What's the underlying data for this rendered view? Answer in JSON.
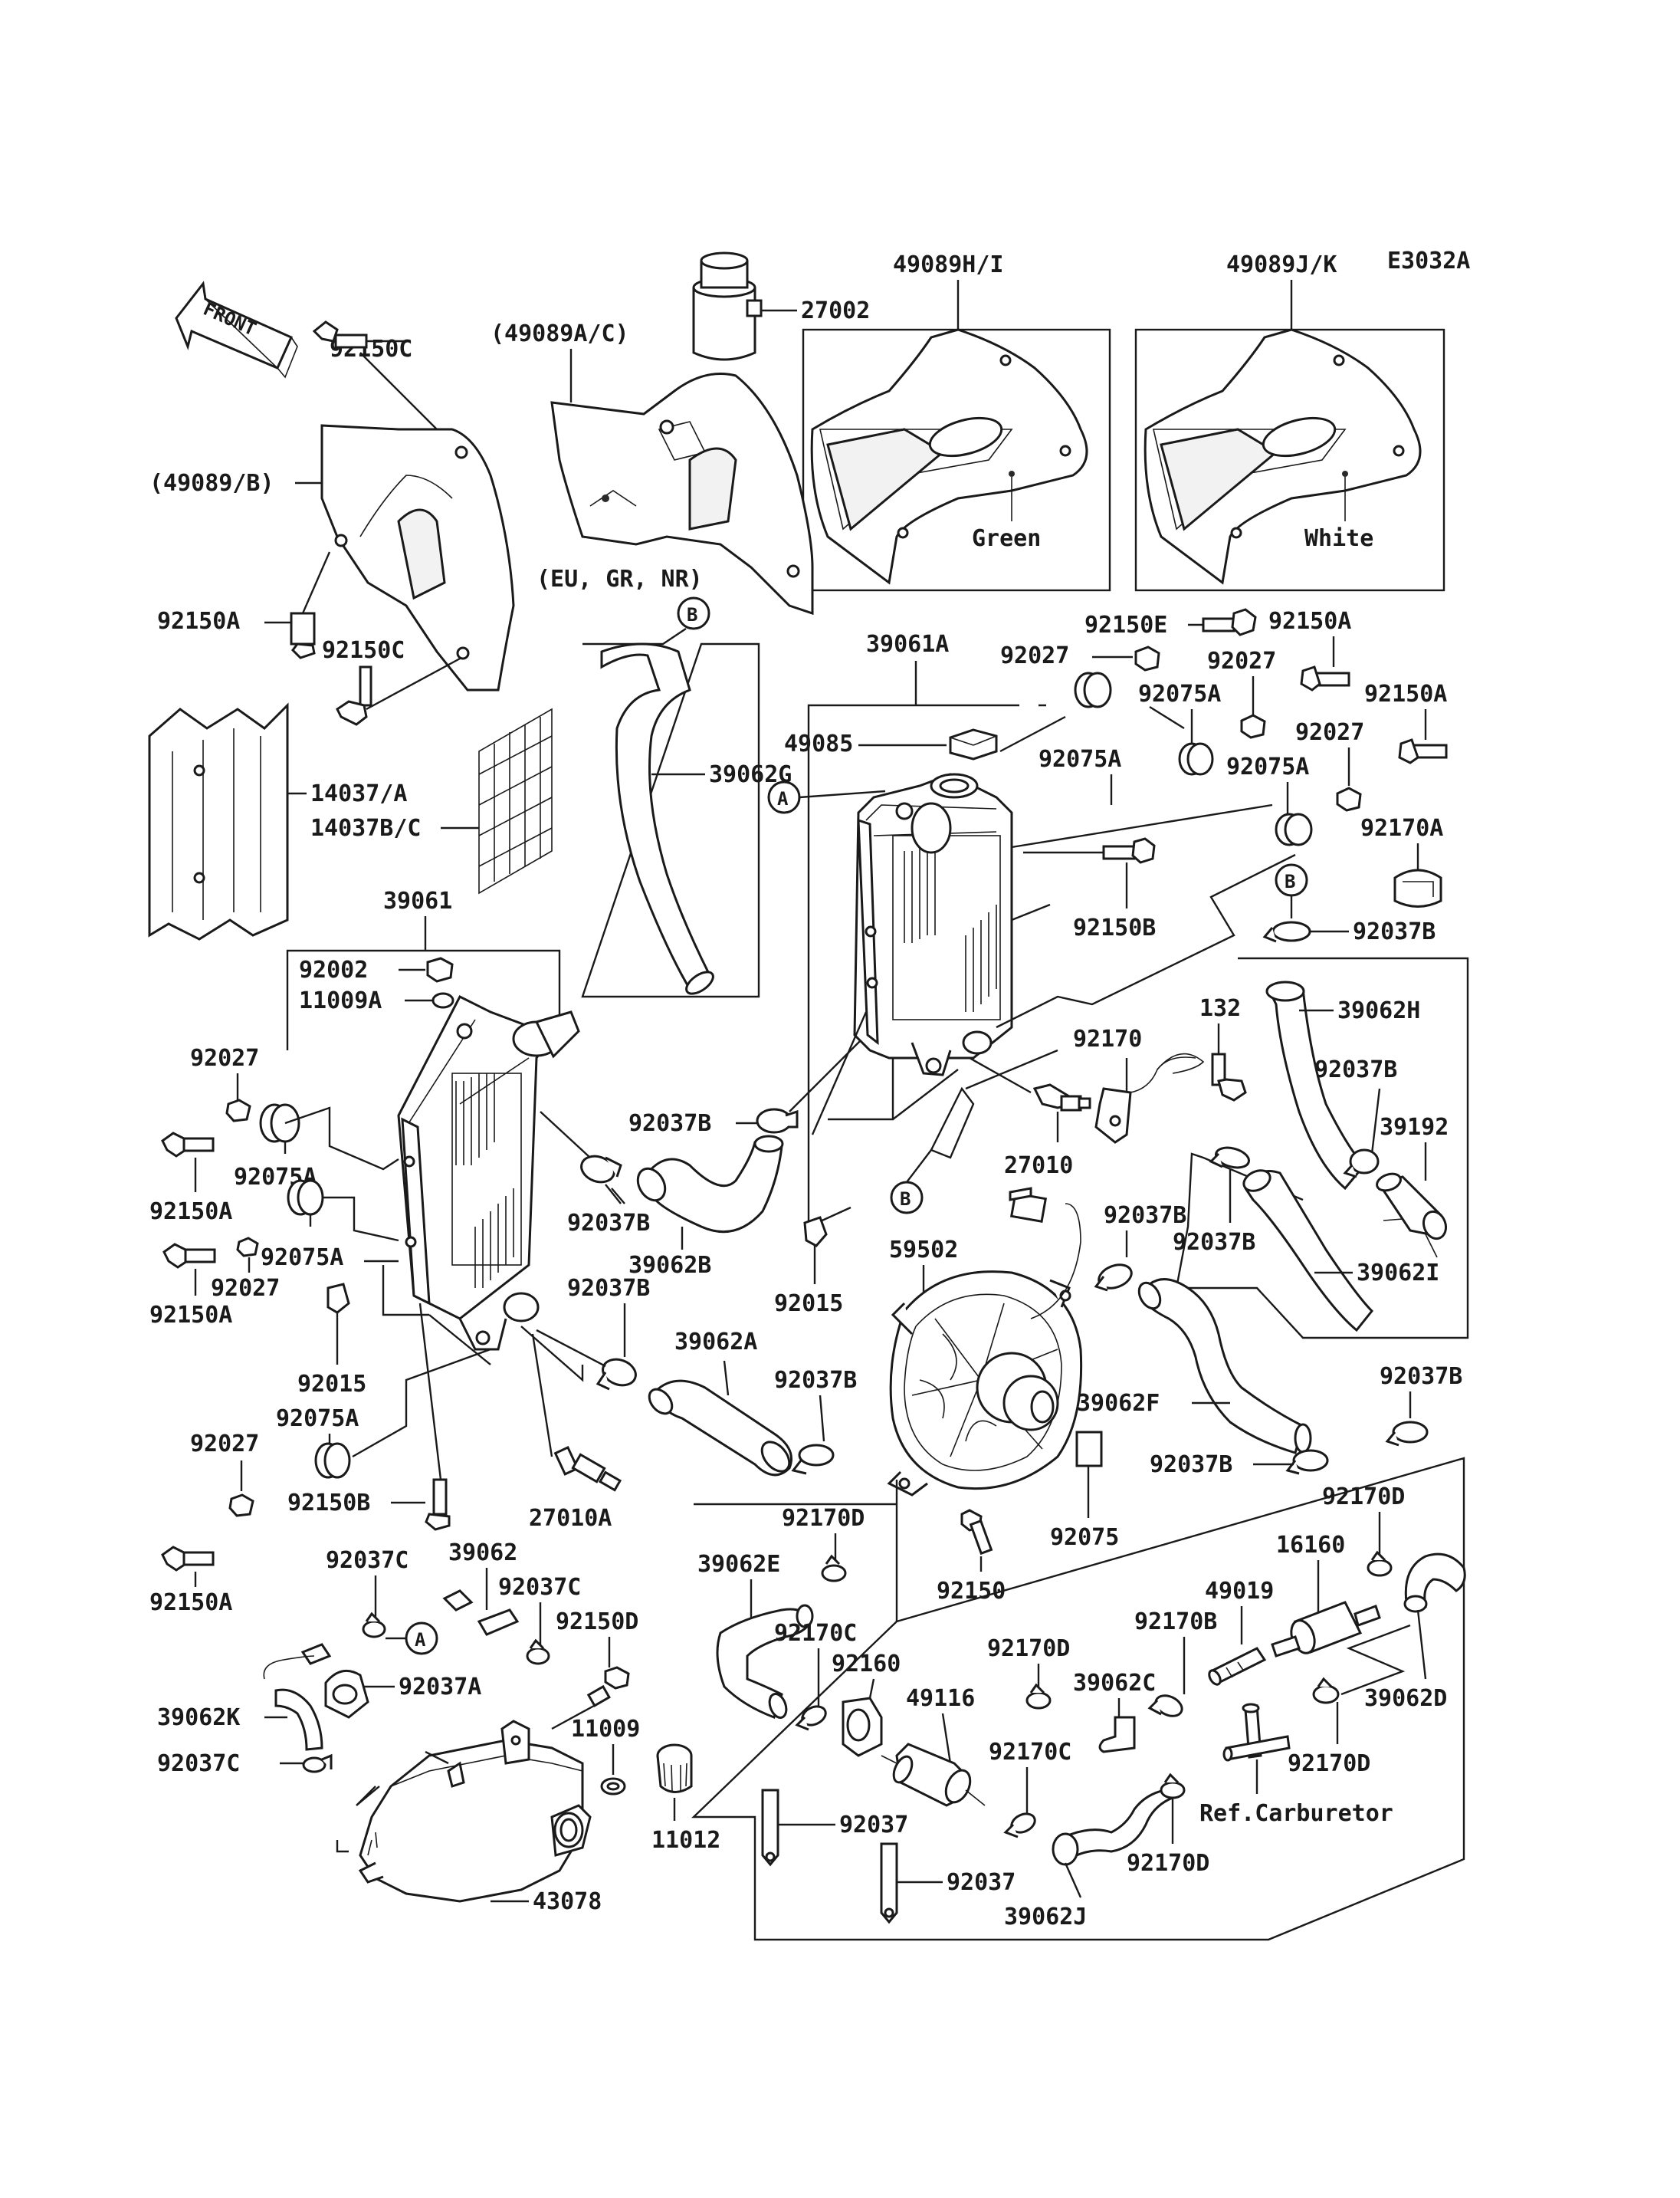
{
  "diagram": {
    "code": "E3032A",
    "front_label": "FRONT",
    "labels": {
      "p27002": "27002",
      "p49089HI": "49089H/I",
      "p49089JK": "49089J/K",
      "green": "Green",
      "white": "White",
      "p49089AC": "(49089A/C)",
      "p92150C_top": "92150C",
      "p49089B": "(49089/B)",
      "p92150A_l": "92150A",
      "p92150C_mid": "92150C",
      "euGrNr": "(EU, GR, NR)",
      "p14037A": "14037/A",
      "p14037BC": "14037B/C",
      "p39062G": "39062G",
      "p39061": "39061",
      "p39061A": "39061A",
      "p49085": "49085",
      "p92150E": "92150E",
      "p92027_t1": "92027",
      "p92075A_t1": "92075A",
      "p92027_t2": "92027",
      "p92150A_t1": "92150A",
      "p92150A_t2": "92150A",
      "p92075A_t2": "92075A",
      "p92027_t3": "92027",
      "p92075A_t3": "92075A",
      "p92170A": "92170A",
      "p92150B_r": "92150B",
      "p92037B_r1": "92037B",
      "p92002": "92002",
      "p11009A": "11009A",
      "p92027_l1": "92027",
      "p92150A_l2": "92150A",
      "p92075A_l1": "92075A",
      "p92075A_l2": "92075A",
      "p92027_l2": "92027",
      "p92150A_l3": "92150A",
      "p92037B_c1": "92037B",
      "p92037B_c2": "92037B",
      "p92037B_c3": "92037B",
      "p39062B": "39062B",
      "p92170": "92170",
      "p132": "132",
      "p39062H": "39062H",
      "p92037B_h": "92037B",
      "p39192": "39192",
      "p27010": "27010",
      "p92037B_m": "92037B",
      "p92037B_n": "92037B",
      "p39062I": "39062I",
      "p59502": "59502",
      "p92015_c": "92015",
      "p92015_l": "92015",
      "p92075A_l3": "92075A",
      "p39062A": "39062A",
      "p92037B_d": "92037B",
      "p39062F": "39062F",
      "p92037B_e": "92037B",
      "p92037B_f": "92037B",
      "p92027_l3": "92027",
      "p92150B_l": "92150B",
      "p27010A": "27010A",
      "p92150A_l4": "92150A",
      "p92075": "92075",
      "p92170D_1": "92170D",
      "p92170D_2": "92170D",
      "p39062E": "39062E",
      "p92150": "92150",
      "p16160": "16160",
      "p49019": "49019",
      "p92037C_1": "92037C",
      "p39062": "39062",
      "p92037C_2": "92037C",
      "p92150D": "92150D",
      "p92037A": "92037A",
      "p92170C_1": "92170C",
      "p92160": "92160",
      "p92170D_3": "92170D",
      "p92170B": "92170B",
      "p39062C": "39062C",
      "p39062D": "39062D",
      "p39062K": "39062K",
      "p11009": "11009",
      "p49116": "49116",
      "p92170C_2": "92170C",
      "p92170D_4": "92170D",
      "p92037C_3": "92037C",
      "refCarb": "Ref.Carburetor",
      "p11012": "11012",
      "p92037_1": "92037",
      "p92037_2": "92037",
      "p92170D_5": "92170D",
      "p43078": "43078",
      "p39062J": "39062J"
    },
    "callouts": {
      "A": "A",
      "B": "B"
    }
  }
}
